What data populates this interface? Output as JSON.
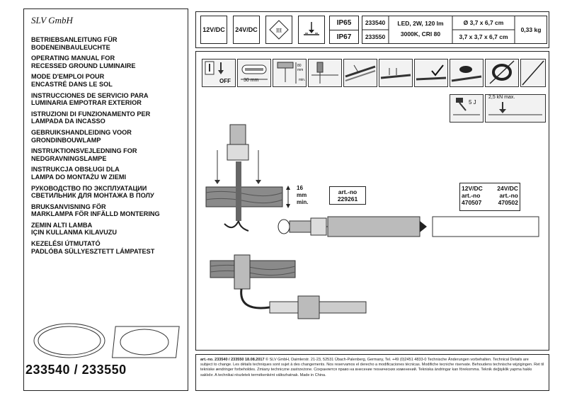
{
  "brand": "SLV GmbH",
  "titles": [
    [
      "BETRIEBSANLEITUNG FÜR",
      "BODENEINBAULEUCHTE"
    ],
    [
      "OPERATING MANUAL FOR",
      "RECESSED GROUND LUMINAIRE"
    ],
    [
      "MODE D'EMPLOI POUR",
      "ENCASTRÉ DANS LE SOL"
    ],
    [
      "INSTRUCCIONES DE SERVICIO PARA",
      "LUMINARIA EMPOTRAR EXTERIOR"
    ],
    [
      "ISTRUZIONI DI FUNZIONAMENTO PER",
      "LAMPADA DA INCASSO"
    ],
    [
      "GEBRUIKSHANDLEIDING VOOR",
      "GRONDINBOUWLAMP"
    ],
    [
      "INSTRUKTIONSVEJLEDNING FOR",
      "NEDGRAVNINGSLAMPE"
    ],
    [
      "INSTRUKCJA OBSŁUGI DLA",
      "LAMPA DO MONTAŻU W ZIEMI"
    ],
    [
      "РУКОВОДСТВО ПО ЭКСПЛУАТАЦИИ",
      "СВЕТИЛЬНИК ДЛЯ МОНТАЖА В ПОЛУ"
    ],
    [
      "BRUKSANVISNING FÖR",
      "MARKLAMPA FÖR INFÄLLD MONTERING"
    ],
    [
      "ZEMIN ALTI LAMBA",
      "IÇIN KULLANMA KILAVUZU"
    ],
    [
      "KEZELÉSI ÚTMUTATÓ",
      "PADLÓBA SÜLLYESZTETT LÁMPATEST"
    ]
  ],
  "product_numbers": "233540 / 233550",
  "spec": {
    "voltage1": "12V/DC",
    "voltage2": "24V/DC",
    "class_symbol": "III",
    "ip1": "IP65",
    "ip2": "IP67",
    "art1": "233540",
    "art2": "233550",
    "led_line1": "LED, 2W, 120 lm",
    "led_line2": "3000K, CRI 80",
    "dim1": "Ø 3,7 x 6,7 cm",
    "dim2": "3,7 x 3,7 x 6,7 cm",
    "weight": "0,33 kg"
  },
  "steps": {
    "off_label": "OFF",
    "dim_30mm": "30 mm",
    "dim_80mm": "80 mm",
    "dim_min": "min.",
    "impact": "5 J",
    "load": "2,5 kN max."
  },
  "drawing": {
    "depth_value": "16",
    "depth_unit": "mm",
    "depth_min": "min.",
    "art_left_label": "art.-no",
    "art_left_value": "229261",
    "col_12v": "12V/DC",
    "col_24v": "24V/DC",
    "art_label": "art.-no",
    "art_12v": "470507",
    "art_24v": "470502"
  },
  "footer": {
    "bold_prefix": "art.-no. 233540 / 233550   18.08.2017",
    "line1": " © SLV GmbH, Daimlerstr. 21-23, 52531 Übach-Palenberg, Germany, Tel. +49 (0)2451 4833-0   Technische Änderungen vorbehalten. Technical Details are",
    "line2": "subject to change. Les détails techniques sont sujet à des changements. Nos reservamos el derecho a modificaciones técnicas. Modifiche tecniche riservate. Behoudens technische wijzigingen. Ret til",
    "line3": "tekniske ændringer forbeholdes. Zmiany techniczne zastrzeżone. Сохраняется право на внесение технических изменений. Tekniska ändringar kan förekomma. Teknik değişiklik yapma hakkı",
    "line4": "saklıdır. A technikai részletek termékenként változhatnak. Made in China."
  },
  "colors": {
    "line": "#222222",
    "ground": "#8a8a8a",
    "fixture": "#999999"
  }
}
